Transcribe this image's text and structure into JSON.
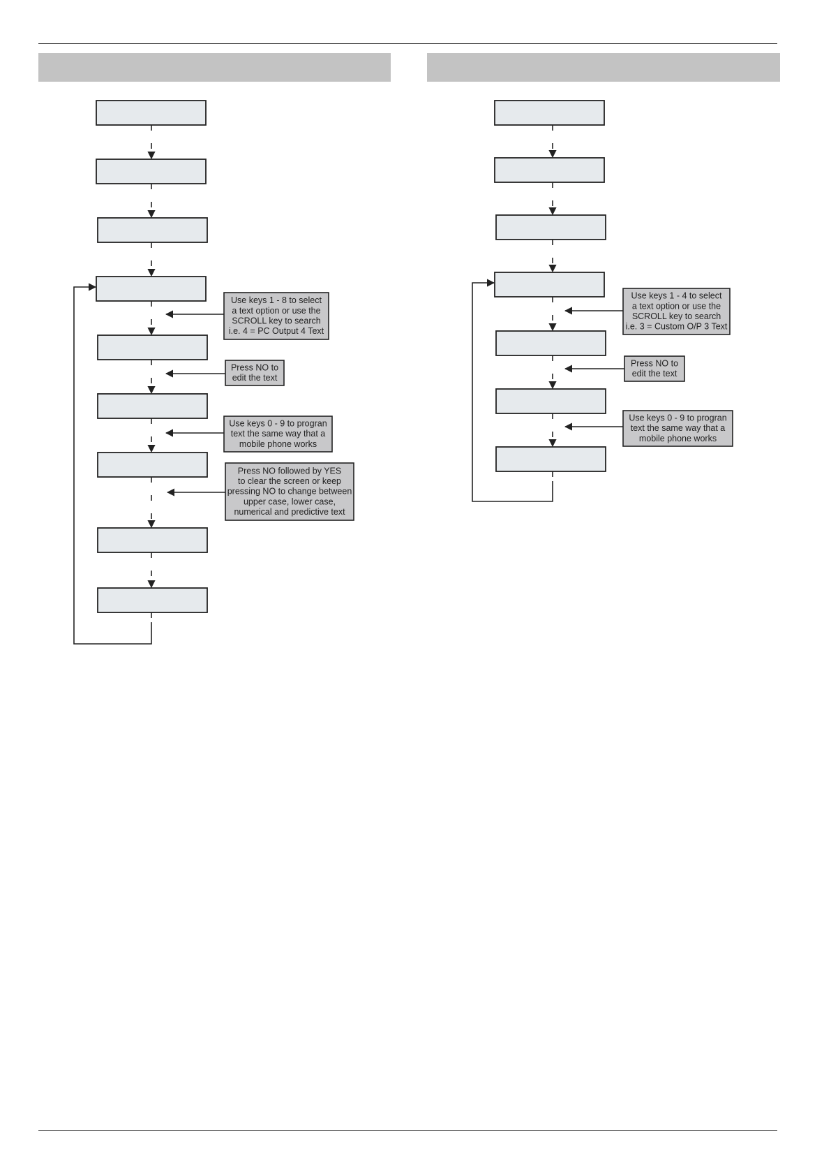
{
  "left_panel": {
    "title": "",
    "notes": [
      {
        "id": "select",
        "lines": [
          "Use keys 1 - 8 to select",
          "a text option or use the",
          "SCROLL key to search",
          "i.e. 4 = PC Output 4 Text"
        ]
      },
      {
        "id": "edit",
        "lines": [
          "Press NO to",
          "edit the text"
        ]
      },
      {
        "id": "program",
        "lines": [
          "Use keys 0 - 9 to progran",
          "text the same way that a",
          "mobile phone works"
        ]
      },
      {
        "id": "clear",
        "lines": [
          "Press NO followed by YES",
          "to clear the screen or keep",
          "pressing NO to change between",
          "upper case, lower case,",
          "numerical and predictive text"
        ]
      }
    ]
  },
  "right_panel": {
    "title": "",
    "notes": [
      {
        "id": "select",
        "lines": [
          "Use keys 1 - 4 to select",
          "a text option or use the",
          "SCROLL key to search",
          "i.e. 3 = Custom O/P 3 Text"
        ]
      },
      {
        "id": "edit",
        "lines": [
          "Press NO to",
          "edit the text"
        ]
      },
      {
        "id": "program",
        "lines": [
          "Use keys 0 - 9 to progran",
          "text the same way that a",
          "mobile phone works"
        ]
      }
    ]
  },
  "colors": {
    "header_band": "#c3c3c3",
    "screen_fill": "#e6eaed",
    "note_fill": "#c8c8ca",
    "line": "#222222"
  }
}
